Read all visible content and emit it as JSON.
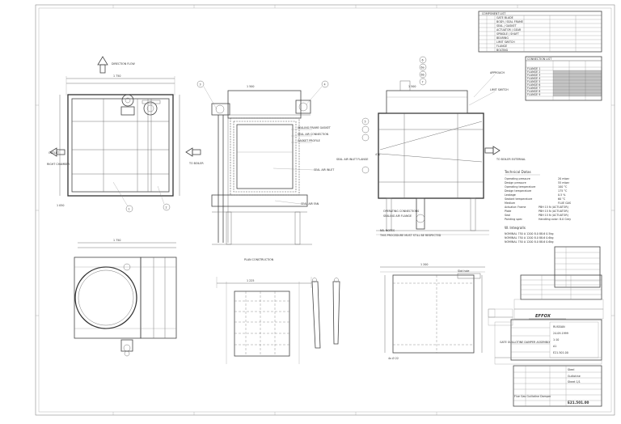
{
  "drawing": {
    "notes_line1": "NB. NOTES",
    "notes_line2": "THIS PROCEDURE MUST STILL BE RESPECTED",
    "plan_label": "PLAN CONSTRUCTION",
    "direction_label": "DIRECTION FLOW",
    "left_label": "RIGHT CHAMBER",
    "center_label": "TO BOILER",
    "right_label": "TO BOILER EXTERNAL",
    "callouts": [
      "1",
      "2",
      "3",
      "4",
      "5",
      "6",
      "6a",
      "6b",
      "7"
    ]
  },
  "tech": {
    "title": "Technical Datas",
    "rows": [
      {
        "k": "Operating pressure",
        "v": "20 mbar"
      },
      {
        "k": "Design pressure",
        "v": "55 mbar"
      },
      {
        "k": "Operating temperature",
        "v": "100 °C"
      },
      {
        "k": "Design temperature",
        "v": "175 °C"
      },
      {
        "k": "Leakage",
        "v": "0.5 %"
      },
      {
        "k": "Sealant temperature",
        "v": "60 °C"
      },
      {
        "k": "Medium",
        "v": "FLUE GAS"
      },
      {
        "k": "Actuator: Frame",
        "v": "PBH 15 N  (ACTUATOR)"
      },
      {
        "k": "Plate",
        "v": "PBH 15 N  (ACTUATOR)"
      },
      {
        "k": "Seal",
        "v": "PBH 15 N  (ACTUATOR)"
      },
      {
        "k": "Painting spec",
        "v": "Handling color: 8.0   Grey"
      }
    ],
    "wt_title": "W. Inteqralls",
    "wt_rows": [
      "NOMINAL  750 A   1200 8.0   88.6   0.5kg",
      "NOMINAL  750 A   1200 8.0   88.6   0.6kg",
      "NOMINAL  750 A   1200 8.0   88.6   0.6kg"
    ]
  },
  "component_list": {
    "title": "COMPONENT LIST",
    "rows": [
      "GATE BLADE",
      "BODY / SEAL FRAME",
      "SEAL / GASKET",
      "ACTUATOR / GEAR",
      "SPINDLE / SHAFT",
      "BEARING",
      "LIMIT SWITCH",
      "FLANGE",
      "BOLTING"
    ]
  },
  "pipe_list": {
    "title": "CONNECTION LIST",
    "rows": [
      "FLANGE 1",
      "FLANGE 2",
      "FLANGE 3",
      "FLANGE 4",
      "FLANGE 5",
      "FLANGE 6",
      "FLANGE 7",
      "FLANGE 8",
      "FLANGE 9"
    ]
  },
  "title_block": {
    "logo_text": "EFFOX",
    "subtitle": "Flue Gas Guillotine Damper",
    "drawing_title": "GATE GUILLOTINE DAMPER ASSEMBLY",
    "company": "RUSSIAN",
    "doc_no": "E21.501.00",
    "scale": "1:10",
    "format": "A1",
    "sheet": "Sheet 1/1",
    "date": "24.09.1999",
    "material": "Steel",
    "name_label": "Guillotine"
  }
}
